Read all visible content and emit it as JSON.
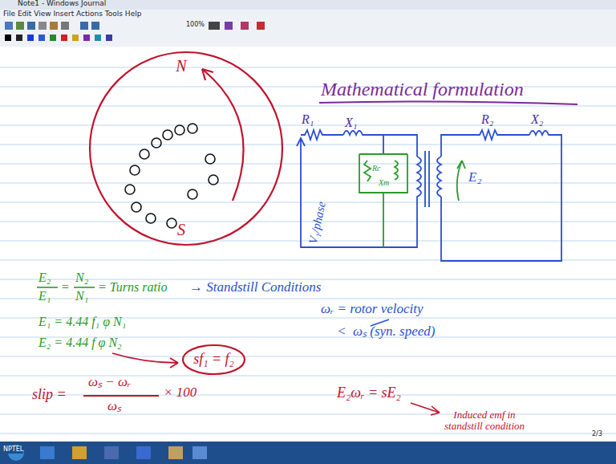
{
  "diagram": {
    "title": "Mathematical formulation",
    "nodes": [
      {
        "text": [
          "N",
          "S"
        ]
      },
      {
        "text": [
          "sf₁ = f₂"
        ]
      }
    ],
    "labels": [
      "Note1 - Windows Journal",
      "File  Edit  View  Insert  Actions  Tools  Help",
      "100%",
      "R₁",
      "X₁",
      "R₂",
      "X₂",
      "Rc",
      "Xm",
      "V₁/phase",
      "E₂",
      "E₂",
      "E₁",
      "=",
      "N₂",
      "N₁",
      "= Turns ratio",
      "→ Standstill Conditions",
      "ωᵣ = rotor velocity",
      "<",
      "ωₛ (syn. speed)",
      "E₁ = 4.44 f₁ φ N₁",
      "E₂ = 4.44 f φ N₂",
      "slip =",
      "ωₛ − ωᵣ",
      "ωₛ",
      "× 100",
      "E₂ωᵣ = sE₂",
      "Induced emf in standstill condition",
      "NPTEL",
      "2/3"
    ]
  }
}
